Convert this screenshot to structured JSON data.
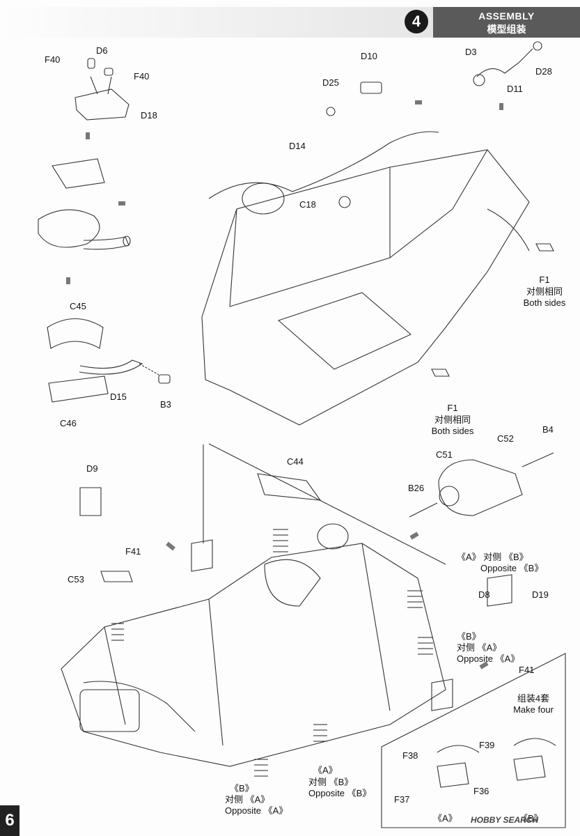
{
  "header": {
    "step": "4",
    "title_en": "ASSEMBLY",
    "title_cn": "模型组装"
  },
  "page_number": "6",
  "parts": {
    "F40a": "F40",
    "D6": "D6",
    "F40b": "F40",
    "D18": "D18",
    "D10": "D10",
    "D25": "D25",
    "D3": "D3",
    "D28": "D28",
    "D11": "D11",
    "D14": "D14",
    "C18": "C18",
    "F1a": "F1",
    "F1b": "F1",
    "C45": "C45",
    "D15": "D15",
    "B3": "B3",
    "C46": "C46",
    "B4": "B4",
    "C52": "C52",
    "C51": "C51",
    "B26": "B26",
    "C44": "C44",
    "D9": "D9",
    "F41a": "F41",
    "C53": "C53",
    "D8": "D8",
    "D19": "D19",
    "F41b": "F41",
    "F38": "F38",
    "F39": "F39",
    "F37": "F37",
    "F36": "F36"
  },
  "notes": {
    "both_sides_cn": "对侧相同",
    "both_sides_en": "Both sides",
    "opposite_cn": "对侧",
    "opposite_en": "Opposite",
    "mark_a": "《A》",
    "mark_b": "《B》",
    "make_four_cn": "组装4套",
    "make_four_en": "Make four"
  },
  "watermark": "HOBBY SEARCH"
}
